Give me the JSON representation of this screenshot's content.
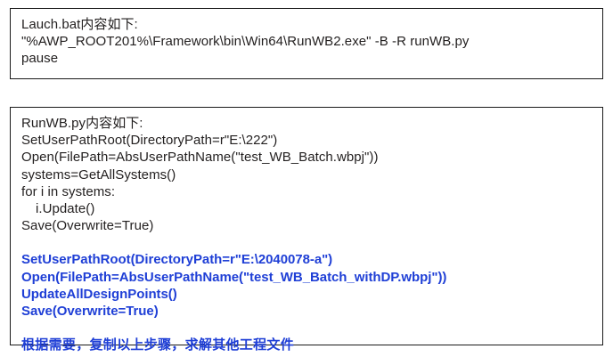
{
  "document": {
    "accent_color": "#1f3fd6",
    "text_color": "#221f1f",
    "border_color": "#1a1a1a",
    "background_color": "#ffffff"
  },
  "bat_box": {
    "title": "Lauch.bat内容如下:",
    "lines": [
      "\"%AWP_ROOT201%\\Framework\\bin\\Win64\\RunWB2.exe\" -B -R runWB.py",
      "pause"
    ]
  },
  "py_box": {
    "title": "RunWB.py内容如下:",
    "lines": [
      "SetUserPathRoot(DirectoryPath=r\"E:\\222\")",
      "Open(FilePath=AbsUserPathName(\"test_WB_Batch.wbpj\"))",
      "systems=GetAllSystems()",
      "for i in systems:",
      "i.Update()",
      "Save(Overwrite=True)"
    ],
    "highlighted_lines": [
      "SetUserPathRoot(DirectoryPath=r\"E:\\2040078-a\")",
      "Open(FilePath=AbsUserPathName(\"test_WB_Batch_withDP.wbpj\"))",
      "UpdateAllDesignPoints()",
      "Save(Overwrite=True)"
    ],
    "note": "根据需要，复制以上步骤，求解其他工程文件"
  }
}
